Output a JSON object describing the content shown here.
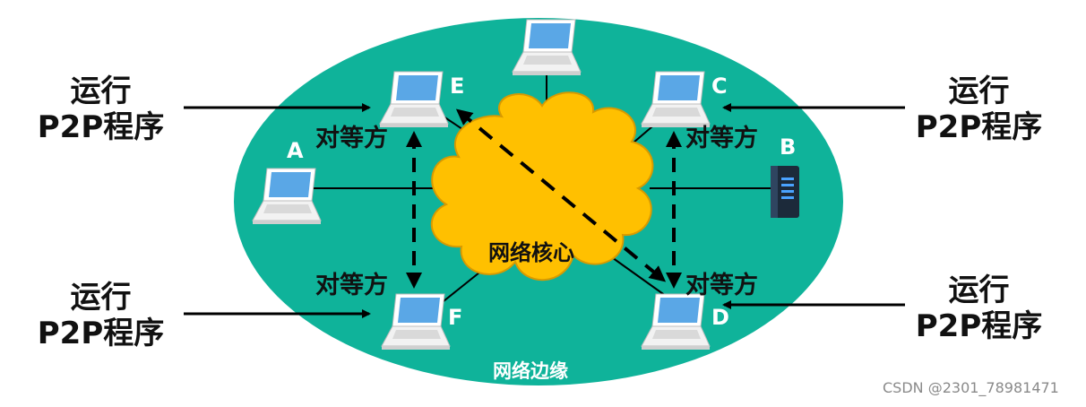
{
  "side_labels": {
    "top_left": {
      "line1": "运行",
      "line2": "P2P程序"
    },
    "bottom_left": {
      "line1": "运行",
      "line2": "P2P程序"
    },
    "top_right": {
      "line1": "运行",
      "line2": "P2P程序"
    },
    "bottom_right": {
      "line1": "运行",
      "line2": "P2P程序"
    }
  },
  "nodes": {
    "A": "A",
    "B": "B",
    "C": "C",
    "D": "D",
    "E": "E",
    "F": "F"
  },
  "peer_labels": {
    "E": "对等方",
    "C": "对等方",
    "F": "对等方",
    "D": "对等方"
  },
  "core_label": "网络核心",
  "edge_label": "网络边缘",
  "watermark": "CSDN @2301_78981471",
  "colors": {
    "edge_region": "#0fb39a",
    "core_cloud": "#ffc000",
    "laptop_screen": "#5aa7e6",
    "server": "#1c2a3a"
  }
}
